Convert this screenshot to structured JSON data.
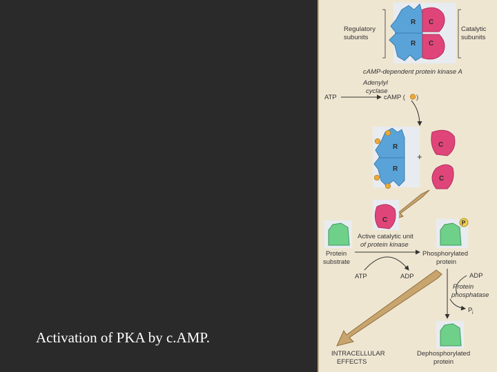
{
  "caption": "Activation of PKA by c.AMP.",
  "diagram": {
    "regulatory_label": [
      "Regulatory",
      "subunits"
    ],
    "catalytic_label": [
      "Catalytic",
      "subunits"
    ],
    "pka_title": "cAMP-dependent protein kinase A",
    "adenylyl_cyclase": [
      "Adenylyl",
      "cyclase"
    ],
    "atp": "ATP",
    "camp": "cAMP (",
    "camp_close": ")",
    "plus": "+",
    "active_unit": [
      "Active catalytic unit",
      "of protein kinase"
    ],
    "protein_substrate": [
      "Protein",
      "substrate"
    ],
    "phosphorylated": [
      "Phosphorylated",
      "protein"
    ],
    "atp2": "ATP",
    "adp": "ADP",
    "adp2": "ADP",
    "phosphatase": [
      "Protein",
      "phosphatase"
    ],
    "pi": "P",
    "pi_sub": "i",
    "intracellular": [
      "INTRACELLULAR",
      "EFFECTS"
    ],
    "dephosphorylated": [
      "Dephosphorylated",
      "protein"
    ],
    "sub_r": "R",
    "sub_c": "C",
    "sub_p": "P"
  },
  "colors": {
    "regulatory": "#5aa3d8",
    "catalytic": "#e0457a",
    "protein": "#6fd08a",
    "camp": "#e9a93a",
    "arrow_big": "#c8a46e"
  }
}
